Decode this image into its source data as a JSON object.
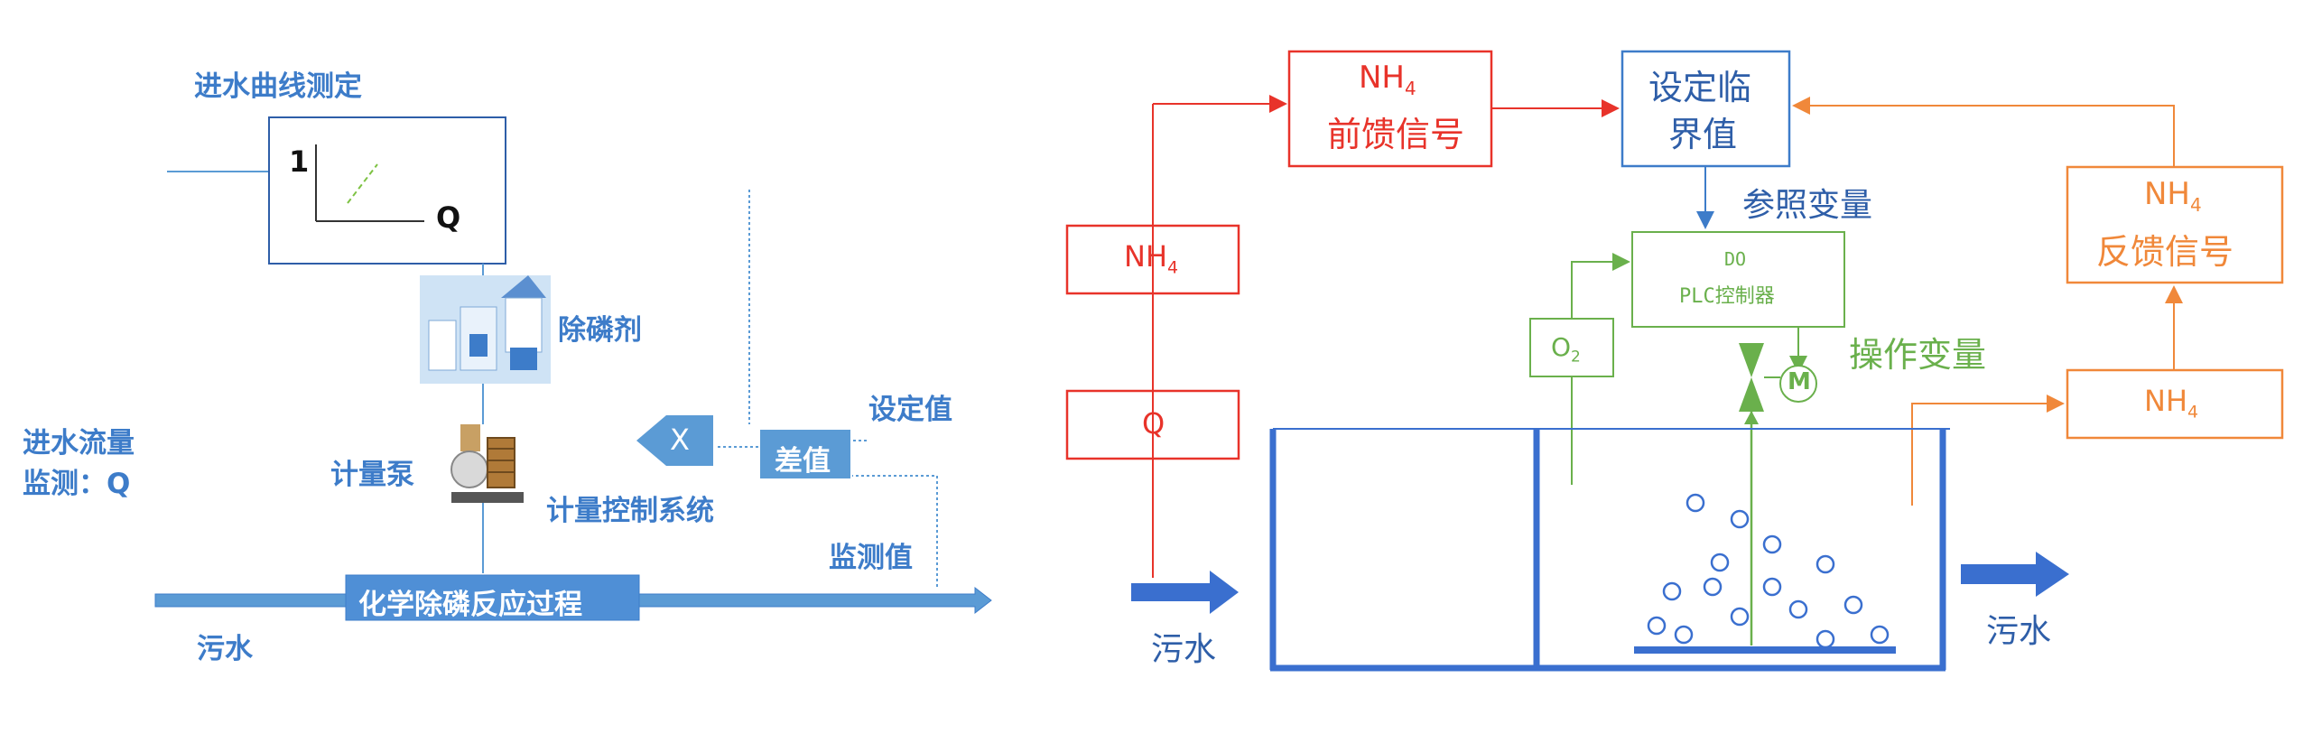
{
  "left": {
    "influent_curve_label": "进水曲线测定",
    "curve_axis_y": "1",
    "curve_axis_x": "Q",
    "phosphorus_agent": "除磷剂",
    "influent_flow": [
      "进水流量",
      "监测：Q"
    ],
    "metering_pump": "计量泵",
    "multiply_symbol": "X",
    "control_system": "计量控制系统",
    "difference": "差值",
    "setpoint": "设定值",
    "monitored_value": "监测值",
    "process": "化学除磷反应过程",
    "sewage": "污水"
  },
  "right": {
    "nh4_feedforward": [
      "NH",
      "4",
      "前馈信号"
    ],
    "setpoint_critical": [
      "设定临",
      "界值"
    ],
    "reference_variable": "参照变量",
    "nh4_feedback": [
      "NH",
      "4",
      "反馈信号"
    ],
    "nh4_left": [
      "NH",
      "4"
    ],
    "q_box": "Q",
    "controller": [
      "DO",
      "PLC控制器"
    ],
    "o2": [
      "O",
      "2"
    ],
    "manipulated_variable": "操作变量",
    "nh4_right": [
      "NH",
      "4"
    ],
    "sewage_in": "污水",
    "sewage_out": "污水",
    "valve_symbol": "M"
  },
  "colors": {
    "blue": "#3d7cc9",
    "tank_blue": "#3a6fcf",
    "red": "#e8332a",
    "green": "#6ab04c",
    "orange": "#f0883a"
  }
}
